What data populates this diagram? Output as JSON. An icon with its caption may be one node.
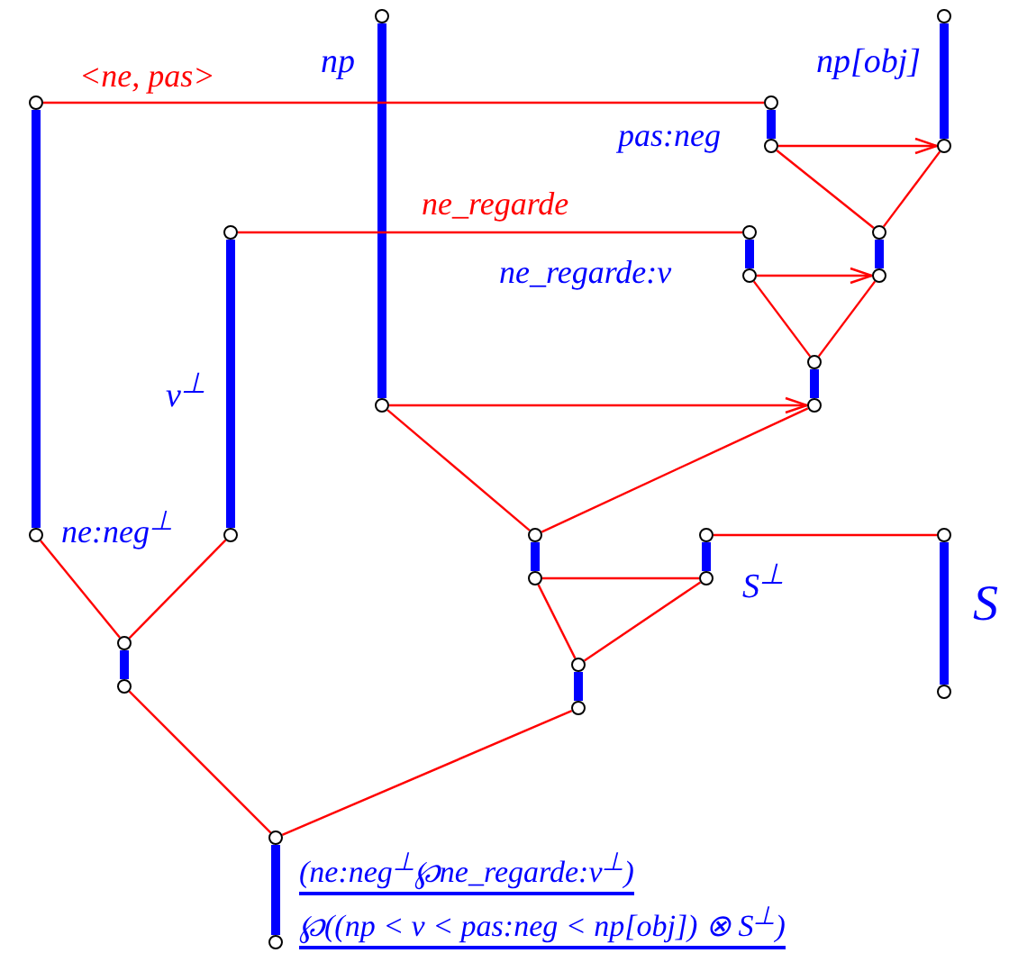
{
  "diagram": {
    "nodes": [
      {
        "text": [],
        "shape": "circle"
      },
      {
        "text": [],
        "shape": "circle"
      },
      {
        "text": [],
        "shape": "circle"
      },
      {
        "text": [],
        "shape": "circle"
      },
      {
        "text": [],
        "shape": "circle"
      },
      {
        "text": [],
        "shape": "circle"
      },
      {
        "text": [],
        "shape": "circle"
      },
      {
        "text": [],
        "shape": "circle"
      },
      {
        "text": [],
        "shape": "circle"
      },
      {
        "text": [],
        "shape": "circle"
      },
      {
        "text": [],
        "shape": "circle"
      },
      {
        "text": [],
        "shape": "circle"
      },
      {
        "text": [],
        "shape": "circle"
      },
      {
        "text": [],
        "shape": "circle"
      },
      {
        "text": [],
        "shape": "circle"
      },
      {
        "text": [],
        "shape": "circle"
      },
      {
        "text": [],
        "shape": "circle"
      },
      {
        "text": [],
        "shape": "circle"
      },
      {
        "text": [],
        "shape": "circle"
      },
      {
        "text": [],
        "shape": "circle"
      },
      {
        "text": [],
        "shape": "circle"
      },
      {
        "text": [],
        "shape": "circle"
      },
      {
        "text": [],
        "shape": "circle"
      },
      {
        "text": [],
        "shape": "circle"
      },
      {
        "text": [],
        "shape": "circle"
      },
      {
        "text": [],
        "shape": "circle"
      },
      {
        "text": [],
        "shape": "circle"
      },
      {
        "text": [],
        "shape": "circle"
      }
    ],
    "edges": [
      {
        "from": 0,
        "to": 1,
        "arrow": "none",
        "style": "thick",
        "color": "#0000ff"
      },
      {
        "from": 2,
        "to": 3,
        "arrow": "none",
        "style": "thick",
        "color": "#0000ff"
      },
      {
        "from": 4,
        "to": 5,
        "arrow": "none",
        "style": "thick",
        "color": "#0000ff"
      },
      {
        "from": 6,
        "to": 7,
        "arrow": "none",
        "style": "thick",
        "color": "#0000ff"
      },
      {
        "from": 8,
        "to": 9,
        "arrow": "none",
        "style": "thick",
        "color": "#0000ff"
      },
      {
        "from": 10,
        "to": 11,
        "arrow": "none",
        "style": "thick",
        "color": "#0000ff"
      },
      {
        "from": 12,
        "to": 13,
        "arrow": "none",
        "style": "thick",
        "color": "#0000ff"
      },
      {
        "from": 14,
        "to": 15,
        "arrow": "none",
        "style": "thick",
        "color": "#0000ff"
      },
      {
        "from": 16,
        "to": 17,
        "arrow": "none",
        "style": "thick",
        "color": "#0000ff"
      },
      {
        "from": 18,
        "to": 19,
        "arrow": "none",
        "style": "thick",
        "color": "#0000ff"
      },
      {
        "from": 20,
        "to": 21,
        "arrow": "none",
        "style": "thick",
        "color": "#0000ff"
      },
      {
        "from": 22,
        "to": 23,
        "arrow": "none",
        "style": "thick",
        "color": "#0000ff"
      },
      {
        "from": 24,
        "to": 25,
        "arrow": "none",
        "style": "thick",
        "color": "#0000ff"
      },
      {
        "from": 26,
        "to": 27,
        "arrow": "none",
        "style": "thick",
        "color": "#0000ff"
      },
      {
        "from": 0,
        "to": 4,
        "arrow": "none",
        "label": "<ne, pas>"
      },
      {
        "from": 5,
        "to": 7,
        "arrow": "to"
      },
      {
        "from": 5,
        "to": 12,
        "arrow": "none"
      },
      {
        "from": 7,
        "to": 12,
        "arrow": "none"
      },
      {
        "from": 8,
        "to": 10,
        "arrow": "none",
        "label": "ne_regarde"
      },
      {
        "from": 11,
        "to": 13,
        "arrow": "to"
      },
      {
        "from": 11,
        "to": 14,
        "arrow": "none"
      },
      {
        "from": 13,
        "to": 14,
        "arrow": "none"
      },
      {
        "from": 3,
        "to": 15,
        "arrow": "to"
      },
      {
        "from": 3,
        "to": 16,
        "arrow": "none"
      },
      {
        "from": 15,
        "to": 16,
        "arrow": "none"
      },
      {
        "from": 18,
        "to": 20,
        "arrow": "none"
      },
      {
        "from": 17,
        "to": 19,
        "arrow": "none"
      },
      {
        "from": 17,
        "to": 24,
        "arrow": "none"
      },
      {
        "from": 19,
        "to": 24,
        "arrow": "none"
      },
      {
        "from": 1,
        "to": 22,
        "arrow": "none"
      },
      {
        "from": 9,
        "to": 22,
        "arrow": "none"
      },
      {
        "from": 23,
        "to": 26,
        "arrow": "none"
      },
      {
        "from": 25,
        "to": 26,
        "arrow": "none"
      }
    ],
    "labels": [
      "np",
      "np[obj]",
      "pas:neg",
      "ne_regarde:v",
      "v$^{⊥}$",
      "ne:neg$^{⊥}$",
      "S$^{⊥}$",
      "S",
      "(ne:neg$^{⊥}$℘ne_regarde:v$^{⊥}$)",
      "℘((np < v < pas:neg < np[obj]) ⊗ S$^{⊥}$)"
    ]
  }
}
